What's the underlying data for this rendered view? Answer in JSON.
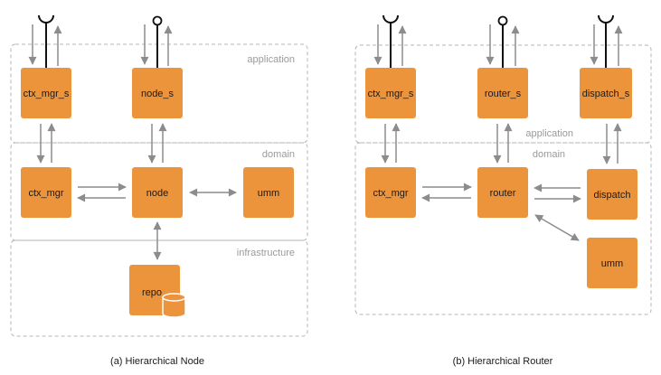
{
  "colors": {
    "box_fill": "#ec943c",
    "arrow": "#8c8c8c",
    "border": "#b4b4b4",
    "port": "#111111"
  },
  "icons": {
    "database": "database-icon",
    "provided_interface": "lollipop-icon",
    "required_interface": "socket-icon"
  },
  "diagram_a": {
    "caption": "(a) Hierarchical Node",
    "layers": {
      "application": "application",
      "domain": "domain",
      "infrastructure": "infrastructure"
    },
    "boxes": {
      "ctx_mgr_s": "ctx_mgr_s",
      "node_s": "node_s",
      "ctx_mgr": "ctx_mgr",
      "node": "node",
      "umm": "umm",
      "repo": "repo"
    }
  },
  "diagram_b": {
    "caption": "(b) Hierarchical Router",
    "layers": {
      "application": "application",
      "domain": "domain"
    },
    "boxes": {
      "ctx_mgr_s": "ctx_mgr_s",
      "router_s": "router_s",
      "dispatch_s": "dispatch_s",
      "ctx_mgr": "ctx_mgr",
      "router": "router",
      "dispatch": "dispatch",
      "umm": "umm"
    }
  }
}
